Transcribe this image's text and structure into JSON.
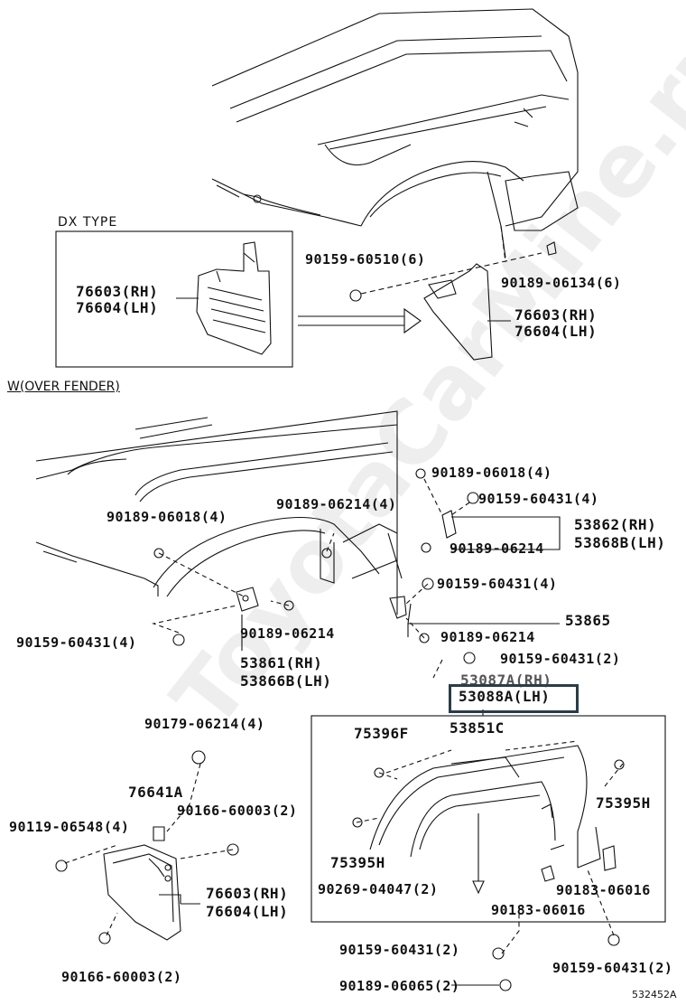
{
  "sections": {
    "dx_type": "DX  TYPE",
    "over_fender": "W(OVER FENDER)"
  },
  "labels": {
    "l_90159_60510": "90159-60510(6)",
    "l_90189_06134": "90189-06134(6)",
    "l_76603_dx": "76603(RH)",
    "l_76604_dx": "76604(LH)",
    "l_76603_top": "76603(RH)",
    "l_76604_top": "76604(LH)",
    "l_90189_06018_r": "90189-06018(4)",
    "l_90159_60431_r1": "90159-60431(4)",
    "l_90189_06214_c": "90189-06214(4)",
    "l_90189_06018_l": "90189-06018(4)",
    "l_53862": "53862(RH)",
    "l_53868b": "53868B(LH)",
    "l_90189_06214_r": "90189-06214",
    "l_90159_60431_r2": "90159-60431(4)",
    "l_53865": "53865",
    "l_90189_06214_53865": "90189-06214",
    "l_90159_60431_l": "90159-60431(4)",
    "l_90189_06214_m": "90189-06214",
    "l_53861": "53861(RH)",
    "l_53866b": "53866B(LH)",
    "l_90159_60431_2a": "90159-60431(2)",
    "l_53087a": "53087A(RH)",
    "l_53088a": "53088A(LH)",
    "l_53851c": "53851C",
    "l_90179_06214": "90179-06214(4)",
    "l_75396f": "75396F",
    "l_76641a": "76641A",
    "l_90166_60003_a": "90166-60003(2)",
    "l_90119_06548": "90119-06548(4)",
    "l_75395h_l": "75395H",
    "l_75395h_r": "75395H",
    "l_90269_04047": "90269-04047(2)",
    "l_90183_06016_a": "90183-06016",
    "l_90183_06016_b": "90183-06016",
    "l_76603_bot": "76603(RH)",
    "l_76604_bot": "76604(LH)",
    "l_90159_60431_2b": "90159-60431(2)",
    "l_90159_60431_2c": "90159-60431(2)",
    "l_90166_60003_b": "90166-60003(2)",
    "l_90189_06065": "90189-06065(2)"
  },
  "watermark": "ToyotaCarMine.ru",
  "diagram_code": "532452A",
  "colors": {
    "line": "#111111",
    "highlight_box": "#2a3d47"
  }
}
